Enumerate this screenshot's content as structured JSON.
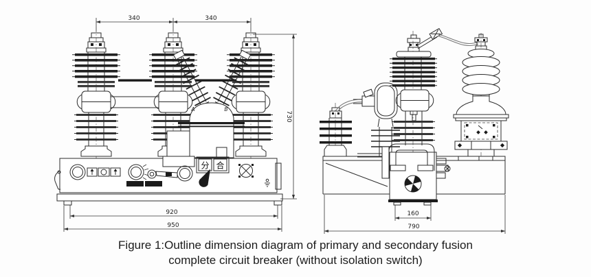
{
  "caption": {
    "line1": "Figure 1:Outline dimension diagram of primary and secondary fusion",
    "line2": "complete circuit breaker (without isolation switch)"
  },
  "dimensions": {
    "phase_spacing_left": "340",
    "phase_spacing_right": "340",
    "height": "730",
    "mounting_width": "920",
    "overall_width": "950",
    "pole_foot_depth": "160",
    "base_depth": "790"
  },
  "labels": {
    "phase_a": "A",
    "phase_b": "B",
    "indicator_open": "分",
    "indicator_close": "合"
  },
  "colors": {
    "line": "#2b2b2b",
    "dark_fill": "#1b1b1b",
    "background": "#ffffff"
  }
}
